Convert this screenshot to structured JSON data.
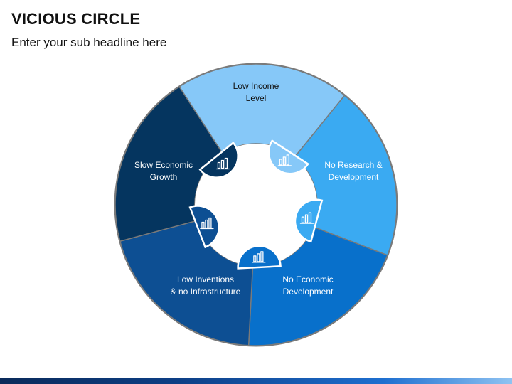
{
  "title": "VICIOUS CIRCLE",
  "subtitle": "Enter your sub headline here",
  "segments": [
    {
      "id": "low-income-level",
      "lines": [
        "Low Income",
        "Level"
      ],
      "color": "#86c8f8",
      "text_color": "#111111",
      "icon": "money-chart-down-icon"
    },
    {
      "id": "no-research-development",
      "lines": [
        "No Research &",
        "Development"
      ],
      "color": "#3aaaf2",
      "text_color": "#ffffff",
      "icon": "people-network-icon"
    },
    {
      "id": "no-economic-development",
      "lines": [
        "No Economic",
        "Development"
      ],
      "color": "#0870cb",
      "text_color": "#ffffff",
      "icon": "growth-chart-icon"
    },
    {
      "id": "low-inventions-infrastructure",
      "lines": [
        "Low Inventions",
        "& no Infrastructure"
      ],
      "color": "#0d4f93",
      "text_color": "#ffffff",
      "icon": "lightbulb-gear-icon"
    },
    {
      "id": "slow-economic-growth",
      "lines": [
        "Slow Economic",
        "Growth"
      ],
      "color": "#05355f",
      "text_color": "#ffffff",
      "icon": "dollar-bars-icon"
    }
  ],
  "colors": {
    "divider": "#7a7a7a",
    "center": "#ffffff",
    "icon_stroke": "#ffffff"
  }
}
